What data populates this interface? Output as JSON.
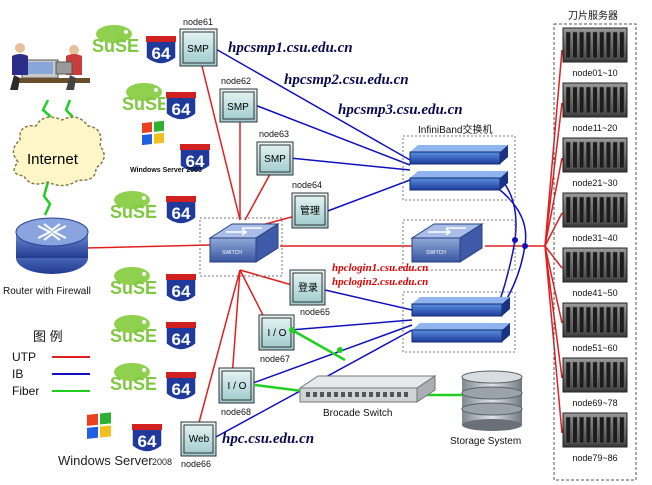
{
  "internet_label": "Internet",
  "router_label": "Router with Firewall",
  "legend": {
    "title": "图  例",
    "items": [
      {
        "label": "UTP",
        "color": "#e02020"
      },
      {
        "label": "IB",
        "color": "#1010c0"
      },
      {
        "label": "Fiber",
        "color": "#20d020"
      }
    ]
  },
  "nodes": {
    "node61": {
      "name": "node61",
      "box": "SMP",
      "host": "hpcsmp1.csu.edu.cn"
    },
    "node62": {
      "name": "node62",
      "box": "SMP",
      "host": "hpcsmp2.csu.edu.cn"
    },
    "node63": {
      "name": "node63",
      "box": "SMP",
      "host": "hpcsmp3.csu.edu.cn"
    },
    "node64": {
      "name": "node64",
      "box": "管理"
    },
    "node65": {
      "name": "node65",
      "box": "登录",
      "hosts": [
        "hpclogin1.csu.edu.cn",
        "hpclogin2.csu.edu.cn"
      ]
    },
    "node67": {
      "name": "node67",
      "box": "I / O"
    },
    "node68": {
      "name": "node68",
      "box": "I / O"
    },
    "node66": {
      "name": "node66",
      "box": "Web",
      "host": "hpc.csu.edu.cn"
    }
  },
  "switch_label": "SWITCH",
  "infiniband_label": "InfiniBand交换机",
  "brocade_label": "Brocade Switch",
  "storage_label": "Storage System",
  "os": {
    "suse": "SuSE",
    "bits": "64",
    "win2003": "Windows Server 2003",
    "win2008_main": "Windows Server",
    "win2008_year": "2008"
  },
  "blade": {
    "title": "刀片服务器",
    "groups": [
      "node01~10",
      "node11~20",
      "node21~30",
      "node31~40",
      "node41~50",
      "node51~60",
      "node69~78",
      "node79~86"
    ]
  },
  "colors": {
    "utp": "#e02020",
    "ib": "#1010c0",
    "fiber": "#20d020"
  }
}
